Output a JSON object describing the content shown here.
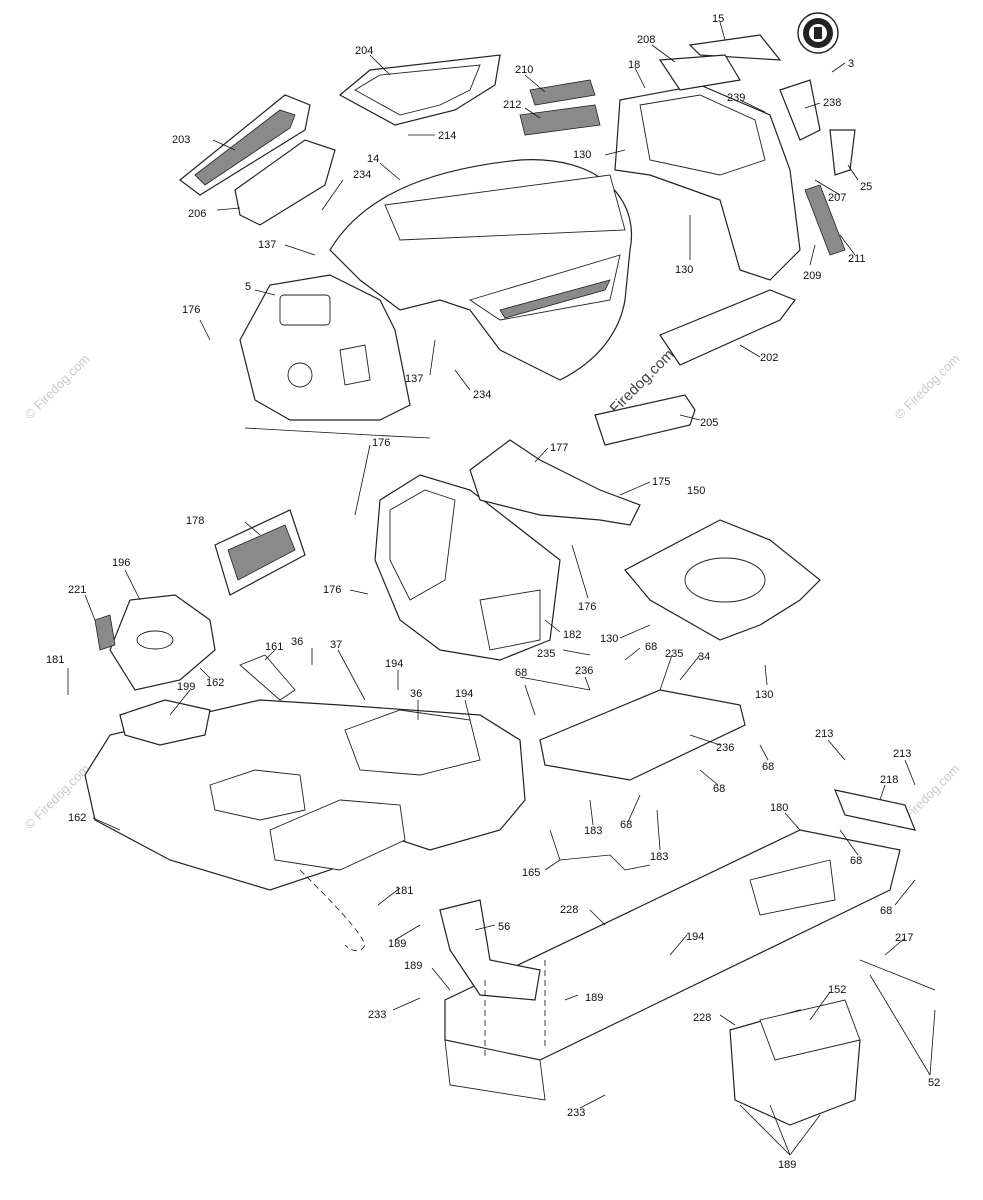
{
  "watermark": {
    "site_text": "© Firedog.com",
    "center_text": "© Firedog.com"
  },
  "labels": [
    {
      "id": "204",
      "text": "204"
    },
    {
      "id": "210",
      "text": "210"
    },
    {
      "id": "212",
      "text": "212"
    },
    {
      "id": "214",
      "text": "214"
    },
    {
      "id": "203",
      "text": "203"
    },
    {
      "id": "206",
      "text": "206"
    },
    {
      "id": "234a",
      "text": "234"
    },
    {
      "id": "14",
      "text": "14"
    },
    {
      "id": "137a",
      "text": "137"
    },
    {
      "id": "5",
      "text": "5"
    },
    {
      "id": "176a",
      "text": "176"
    },
    {
      "id": "137b",
      "text": "137"
    },
    {
      "id": "234b",
      "text": "234"
    },
    {
      "id": "15",
      "text": "15"
    },
    {
      "id": "208",
      "text": "208"
    },
    {
      "id": "3",
      "text": "3"
    },
    {
      "id": "18",
      "text": "18"
    },
    {
      "id": "239",
      "text": "239"
    },
    {
      "id": "238",
      "text": "238"
    },
    {
      "id": "130a",
      "text": "130"
    },
    {
      "id": "207",
      "text": "207"
    },
    {
      "id": "25",
      "text": "25"
    },
    {
      "id": "130b",
      "text": "130"
    },
    {
      "id": "209",
      "text": "209"
    },
    {
      "id": "211",
      "text": "211"
    },
    {
      "id": "202",
      "text": "202"
    },
    {
      "id": "205",
      "text": "205"
    },
    {
      "id": "176b",
      "text": "176"
    },
    {
      "id": "177",
      "text": "177"
    },
    {
      "id": "175",
      "text": "175"
    },
    {
      "id": "150",
      "text": "150"
    },
    {
      "id": "178",
      "text": "178"
    },
    {
      "id": "176c",
      "text": "176"
    },
    {
      "id": "176d",
      "text": "176"
    },
    {
      "id": "182",
      "text": "182"
    },
    {
      "id": "130c",
      "text": "130"
    },
    {
      "id": "130d",
      "text": "130"
    },
    {
      "id": "196",
      "text": "196"
    },
    {
      "id": "221",
      "text": "221"
    },
    {
      "id": "181a",
      "text": "181"
    },
    {
      "id": "162a",
      "text": "162"
    },
    {
      "id": "199",
      "text": "199"
    },
    {
      "id": "161",
      "text": "161"
    },
    {
      "id": "36a",
      "text": "36"
    },
    {
      "id": "37",
      "text": "37"
    },
    {
      "id": "194a",
      "text": "194"
    },
    {
      "id": "36b",
      "text": "36"
    },
    {
      "id": "194b",
      "text": "194"
    },
    {
      "id": "235a",
      "text": "235"
    },
    {
      "id": "68a",
      "text": "68"
    },
    {
      "id": "235b",
      "text": "235"
    },
    {
      "id": "34",
      "text": "34"
    },
    {
      "id": "68b",
      "text": "68"
    },
    {
      "id": "236a",
      "text": "236"
    },
    {
      "id": "236b",
      "text": "236"
    },
    {
      "id": "68c",
      "text": "68"
    },
    {
      "id": "68d",
      "text": "68"
    },
    {
      "id": "183a",
      "text": "183"
    },
    {
      "id": "68e",
      "text": "68"
    },
    {
      "id": "183b",
      "text": "183"
    },
    {
      "id": "162b",
      "text": "162"
    },
    {
      "id": "165",
      "text": "165"
    },
    {
      "id": "180",
      "text": "180"
    },
    {
      "id": "213a",
      "text": "213"
    },
    {
      "id": "213b",
      "text": "213"
    },
    {
      "id": "218",
      "text": "218"
    },
    {
      "id": "68f",
      "text": "68"
    },
    {
      "id": "68g",
      "text": "68"
    },
    {
      "id": "181b",
      "text": "181"
    },
    {
      "id": "189a",
      "text": "189"
    },
    {
      "id": "56",
      "text": "56"
    },
    {
      "id": "228a",
      "text": "228"
    },
    {
      "id": "194c",
      "text": "194"
    },
    {
      "id": "217",
      "text": "217"
    },
    {
      "id": "189b",
      "text": "189"
    },
    {
      "id": "189c",
      "text": "189"
    },
    {
      "id": "233a",
      "text": "233"
    },
    {
      "id": "228b",
      "text": "228"
    },
    {
      "id": "152",
      "text": "152"
    },
    {
      "id": "52",
      "text": "52"
    },
    {
      "id": "233b",
      "text": "233"
    },
    {
      "id": "189d",
      "text": "189"
    }
  ]
}
